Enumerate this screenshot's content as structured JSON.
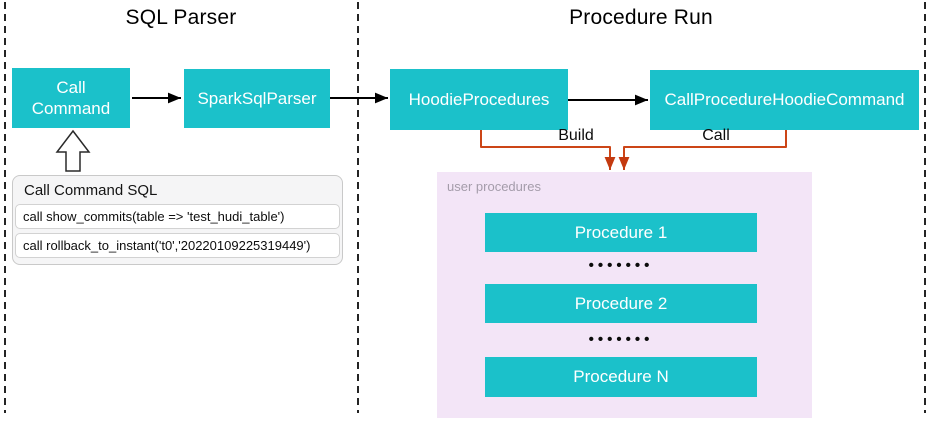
{
  "diagram": {
    "sections": [
      {
        "title": "SQL Parser"
      },
      {
        "title": "Procedure Run"
      }
    ],
    "nodes": {
      "call_command": "Call Command",
      "spark_sql_parser": "SparkSqlParser",
      "hoodie_procedures": "HoodieProcedures",
      "call_procedure_hoodie_command": "CallProcedureHoodieCommand"
    },
    "edge_labels": {
      "build": "Build",
      "call": "Call"
    },
    "sql_panel": {
      "header": "Call Command SQL",
      "rows": [
        "call show_commits(table => 'test_hudi_table')",
        "call rollback_to_instant('t0','20220109225319449')"
      ]
    },
    "user_procedures": {
      "label": "user procedures",
      "items": [
        "Procedure 1",
        "Procedure 2",
        "Procedure N"
      ],
      "ellipsis": "•••••••"
    },
    "colors": {
      "node_fill": "#1BC1CA",
      "container_fill": "#F3E5F7",
      "connector": "#C94316",
      "arrow": "#000000"
    }
  }
}
